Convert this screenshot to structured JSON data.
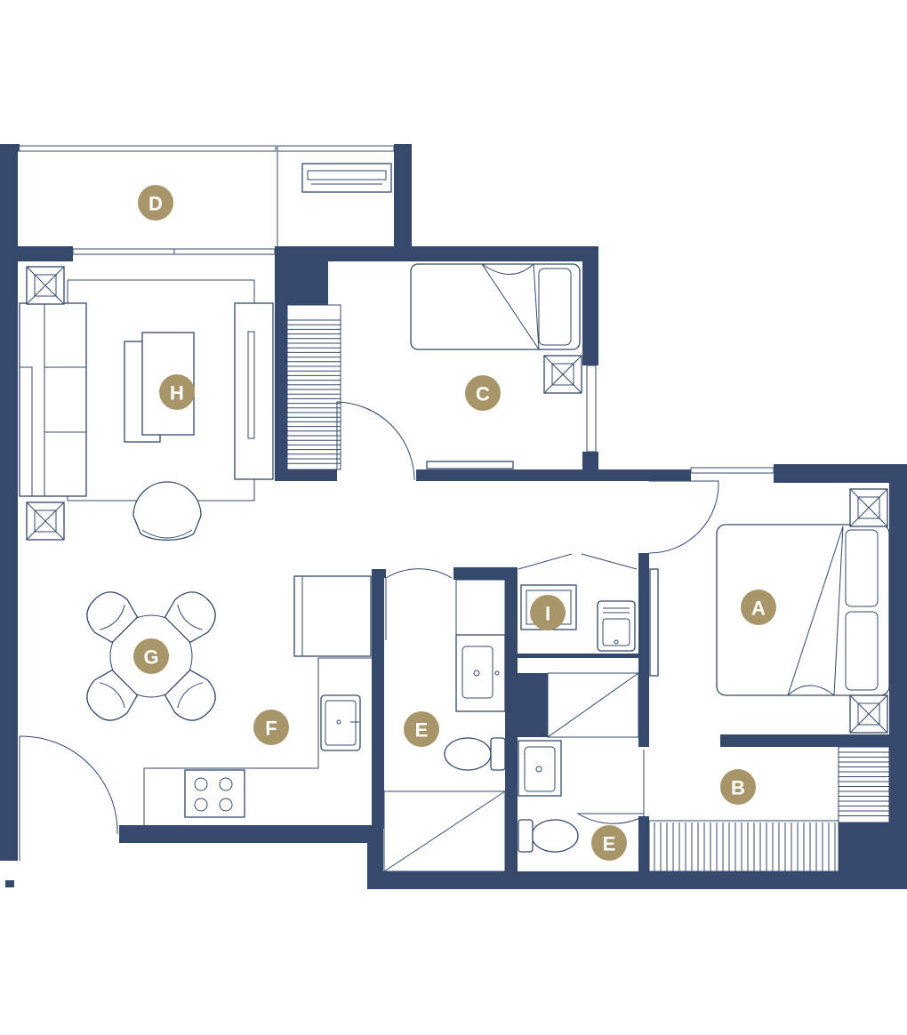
{
  "colors": {
    "wall": "#34496b",
    "line": "#34496b",
    "badge": "#a8966a"
  },
  "rooms": [
    {
      "key": "A",
      "label": "A"
    },
    {
      "key": "B",
      "label": "B"
    },
    {
      "key": "C",
      "label": "C"
    },
    {
      "key": "D",
      "label": "D"
    },
    {
      "key": "E1",
      "label": "E"
    },
    {
      "key": "E2",
      "label": "E"
    },
    {
      "key": "F",
      "label": "F"
    },
    {
      "key": "G",
      "label": "G"
    },
    {
      "key": "H",
      "label": "H"
    },
    {
      "key": "I",
      "label": "I"
    }
  ]
}
